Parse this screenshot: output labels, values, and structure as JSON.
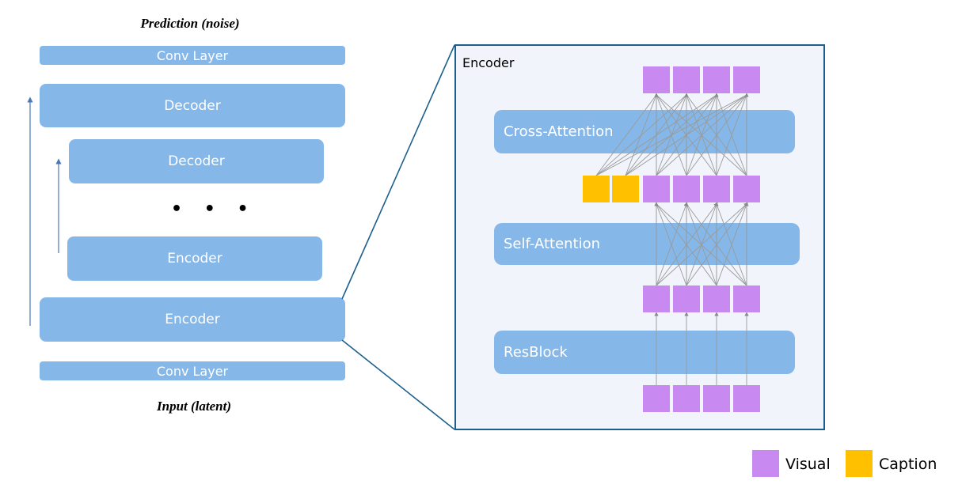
{
  "left_stack": {
    "top_label": "Prediction (noise)",
    "bottom_label": "Input (latent)",
    "conv_top": "Conv Layer",
    "decoder_outer": "Decoder",
    "decoder_inner": "Decoder",
    "ellipsis": "• • •",
    "encoder_inner": "Encoder",
    "encoder_outer": "Encoder",
    "conv_bottom": "Conv Layer"
  },
  "detail_panel": {
    "title": "Encoder",
    "cross_attention": "Cross-Attention",
    "self_attention": "Self-Attention",
    "resblock": "ResBlock"
  },
  "legend": {
    "visual_label": "Visual",
    "caption_label": "Caption"
  },
  "colors": {
    "block": "#85b8e9",
    "visual_token": "#c88af0",
    "caption_token": "#ffc000",
    "panel_border": "#1c5f8d",
    "panel_bg": "#f2f4fb",
    "arrow": "#4a78b5"
  }
}
